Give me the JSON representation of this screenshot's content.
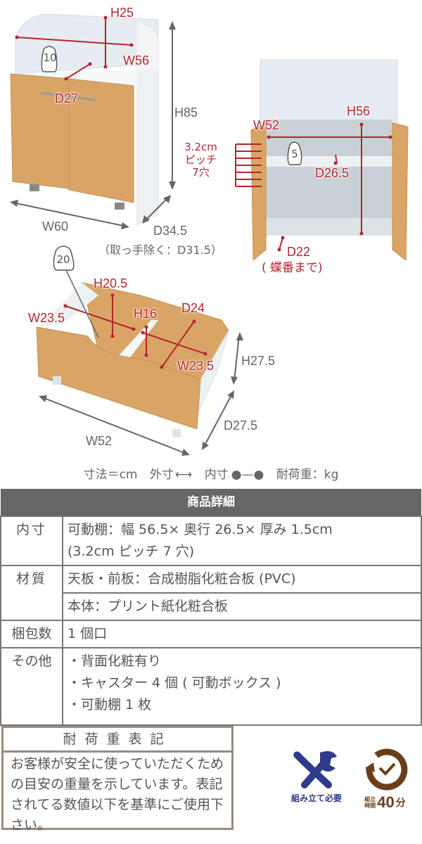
{
  "diagram1": {
    "labels": {
      "h_shelf": "H25",
      "w_shelf": "W56",
      "d_shelf": "D27",
      "height": "H85",
      "width": "W60",
      "depth": "D34.5",
      "depth_note": "（取っ手除く：D31.5）",
      "load_kg": "10"
    }
  },
  "diagram2": {
    "labels": {
      "inner_w": "W52",
      "inner_h": "H56",
      "pitch_line1": "3.2cm",
      "pitch_line2": "ピッチ",
      "pitch_line3": "7穴",
      "shelf_d": "D26.5",
      "d_hinge": "D22",
      "d_hinge_note": "( 蝶番まで)",
      "load_kg": "5"
    }
  },
  "diagram3": {
    "labels": {
      "load_kg": "20",
      "h_back": "H20.5",
      "w_left": "W23.5",
      "h_div": "H16",
      "d_inner": "D24",
      "w_right": "W23.5",
      "height": "H27.5",
      "depth": "D27.5",
      "width": "W52"
    }
  },
  "legend": {
    "unit": "寸法＝cm",
    "outer": "外寸",
    "inner": "内寸",
    "load": "耐荷重：kg"
  },
  "spec": {
    "title": "商品詳細",
    "rows": [
      {
        "label": "内寸",
        "lines": [
          "可動棚：幅 56.5× 奥行 26.5× 厚み 1.5cm",
          "(3.2cm ピッチ 7 穴)"
        ]
      },
      {
        "label": "材質",
        "lines": [
          "天板・前板：合成樹脂化粧合板 (PVC)"
        ]
      },
      {
        "label": "",
        "lines": [
          "本体：プリント紙化粧合板"
        ]
      },
      {
        "label": "梱包数",
        "lines": [
          "1 個口"
        ]
      },
      {
        "label": "その他",
        "lines": [
          "・背面化粧有り",
          "・キャスター 4 個 ( 可動ボックス )",
          "・可動棚 1 枚"
        ]
      }
    ]
  },
  "load_notice": {
    "title": "耐荷重表記",
    "body": "お客様が安全に使っていただくための目安の重量を示しています。表記されてる数値以下を基準にご使用下さい。"
  },
  "badges": {
    "assembly": {
      "label": "組み立て必要",
      "color": "#2f3a8a"
    },
    "time": {
      "prefix_top": "組立",
      "prefix_bottom": "時間",
      "value": "40",
      "unit": "分",
      "color": "#6b3e1a"
    }
  },
  "colors": {
    "accent_red": "#b5252f",
    "wood": "#d9a566",
    "panel": "#e9eef2",
    "table_header": "#666666"
  }
}
